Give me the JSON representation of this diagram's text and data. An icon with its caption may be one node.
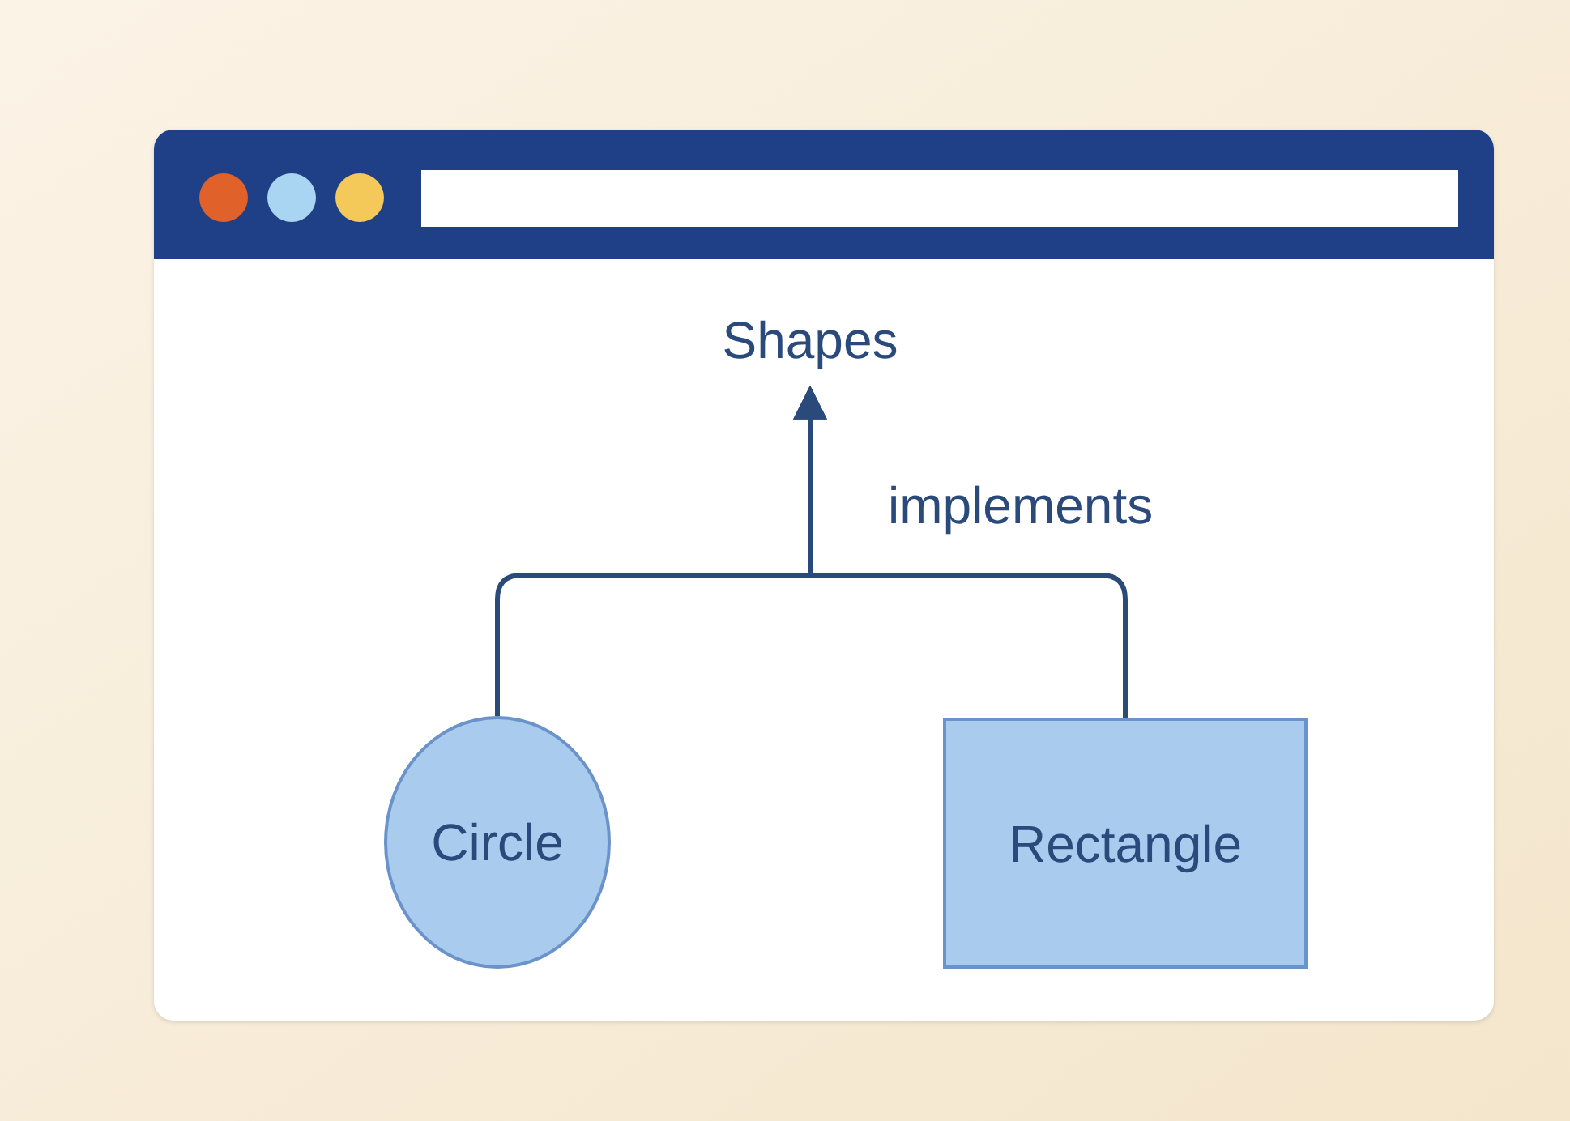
{
  "diagram": {
    "nodes": [
      {
        "text": [
          "Shapes"
        ]
      },
      {
        "text": [
          "Circle"
        ]
      },
      {
        "text": [
          "Rectangle"
        ]
      }
    ],
    "edges": [
      {
        "from": 1,
        "to": 0,
        "arrow": "to"
      },
      {
        "from": 2,
        "to": 0,
        "arrow": "to",
        "label": "implements"
      }
    ]
  }
}
